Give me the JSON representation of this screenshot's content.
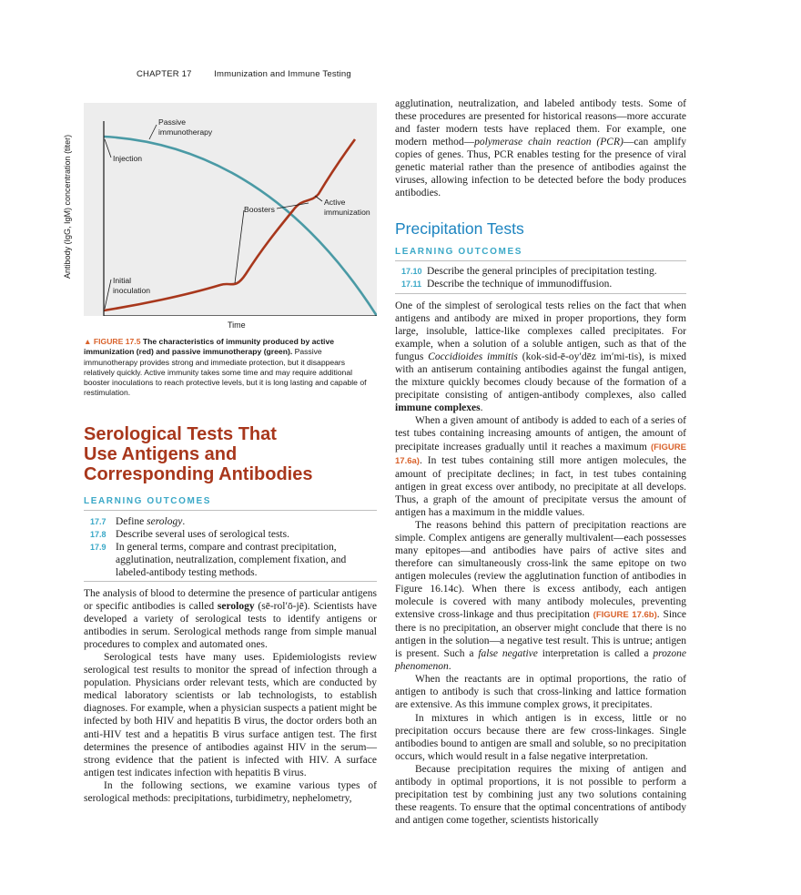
{
  "header": {
    "chapter": "CHAPTER 17",
    "title": "Immunization and Immune Testing"
  },
  "figure": {
    "ylabel": "Antibody (IgG, IgM) concentration (titer)",
    "xlabel": "Time",
    "labels": {
      "passive_l1": "Passive",
      "passive_l2": "immunotherapy",
      "injection": "Injection",
      "boosters": "Boosters",
      "active_l1": "Active",
      "active_l2": "immunization",
      "initial_l1": "Initial",
      "initial_l2": "inoculation"
    },
    "colors": {
      "passive": "#4a9aa5",
      "active": "#a8371c",
      "background": "#ededed"
    }
  },
  "caption": {
    "number": "▲ FIGURE 17.5",
    "title": "The characteristics of immunity produced by active immunization (red) and passive immunotherapy (green).",
    "body": "Passive immunotherapy provides strong and immediate protection, but it disappears relatively quickly. Active immunity takes some time and may require additional booster inoculations to reach protective levels, but it is long lasting and capable of restimulation."
  },
  "section1": {
    "title_l1": "Serological Tests That",
    "title_l2": "Use Antigens and",
    "title_l3": "Corresponding Antibodies",
    "lo_title": "LEARNING OUTCOMES",
    "outcomes": [
      {
        "num": "17.7",
        "pre": "Define ",
        "ital": "serology",
        "post": "."
      },
      {
        "num": "17.8",
        "text": "Describe several uses of serological tests."
      },
      {
        "num": "17.9",
        "text": "In general terms, compare and contrast precipitation, agglutination, neutralization, complement fixation, and labeled-antibody testing methods."
      }
    ]
  },
  "left_body": {
    "p1_a": "The analysis of blood to determine the presence of particular antigens or specific antibodies is called ",
    "p1_bold": "serology",
    "p1_b": " (sē-rol′ō-jē). Scientists have developed a variety of serological tests to identify antigens or antibodies in serum. Serological methods range from simple manual procedures to complex and automated ones.",
    "p2": "Serological tests have many uses. Epidemiologists review serological test results to monitor the spread of infection through a population. Physicians order relevant tests, which are conducted by medical laboratory scientists or lab technologists, to establish diagnoses. For example, when a physician suspects a patient might be infected by both HIV and hepatitis B virus, the doctor orders both an anti-HIV test and a hepatitis B virus surface antigen test. The first determines the presence of antibodies against HIV in the serum—strong evidence that the patient is infected with HIV. A surface antigen test indicates infection with hepatitis B virus.",
    "p3": "In the following sections, we examine various types of serological methods: precipitations, turbidimetry, nephelometry,"
  },
  "right_top": {
    "p_a": "agglutination, neutralization, and labeled antibody tests. Some of these procedures are presented for historical reasons—more accurate and faster modern tests have replaced them. For example, one modern method—",
    "p_ital": "polymerase chain reaction (PCR)",
    "p_b": "—can amplify copies of genes. Thus, PCR enables testing for the presence of viral genetic material rather than the presence of antibodies against the viruses, allowing infection to be detected before the body produces antibodies."
  },
  "section2": {
    "title": "Precipitation Tests",
    "lo_title": "LEARNING OUTCOMES",
    "outcomes": [
      {
        "num": "17.10",
        "text": "Describe the general principles of precipitation testing."
      },
      {
        "num": "17.11",
        "text": "Describe the technique of immunodiffusion."
      }
    ]
  },
  "right_body": {
    "p1_a": "One of the simplest of serological tests relies on the fact that when antigens and antibody are mixed in proper proportions, they form large, insoluble, lattice-like complexes called precipitates. For example, when a solution of a soluble antigen, such as that of the fungus ",
    "p1_ital": "Coccidioides immitis",
    "p1_b": " (kok-sid-ē-oy′dēz im′mi-tis), is mixed with an antiserum containing antibodies against the fungal antigen, the mixture quickly becomes cloudy because of the formation of a precipitate consisting of antigen-antibody complexes, also called ",
    "p1_bold": "immune complexes",
    "p1_c": ".",
    "p2_a": "When a given amount of antibody is added to each of a series of test tubes containing increasing amounts of antigen, the amount of precipitate increases gradually until it reaches a maximum ",
    "p2_ref": "(FIGURE 17.6a)",
    "p2_b": ". In test tubes containing still more antigen molecules, the amount of precipitate declines; in fact, in test tubes containing antigen in great excess over antibody, no precipitate at all develops. Thus, a graph of the amount of precipitate versus the amount of antigen has a maximum in the middle values.",
    "p3_a": "The reasons behind this pattern of precipitation reactions are simple. Complex antigens are generally multivalent—each possesses many epitopes—and antibodies have pairs of active sites and therefore can simultaneously cross-link the same epitope on two antigen molecules (review the agglutination function of antibodies in Figure 16.14c). When there is excess antibody, each antigen molecule is covered with many antibody molecules, preventing extensive cross-linkage and thus precipitation ",
    "p3_ref": "(FIGURE 17.6b)",
    "p3_b": ". Since there is no precipitation, an observer might conclude that there is no antigen in the solution—a negative test result. This is untrue; antigen is present. Such a ",
    "p3_ital1": "false negative",
    "p3_c": " interpretation is called a ",
    "p3_ital2": "prozone phenomenon",
    "p3_d": ".",
    "p4": "When the reactants are in optimal proportions, the ratio of antigen to antibody is such that cross-linking and lattice formation are extensive. As this immune complex grows, it precipitates.",
    "p5": "In mixtures in which antigen is in excess, little or no precipitation occurs because there are few cross-linkages. Single antibodies bound to antigen are small and soluble, so no precipitation occurs, which would result in a false negative interpretation.",
    "p6": "Because precipitation requires the mixing of antigen and antibody in optimal proportions, it is not possible to perform a precipitation test by combining just any two solutions containing these reagents. To ensure that the optimal concentrations of antibody and antigen come together, scientists historically"
  }
}
